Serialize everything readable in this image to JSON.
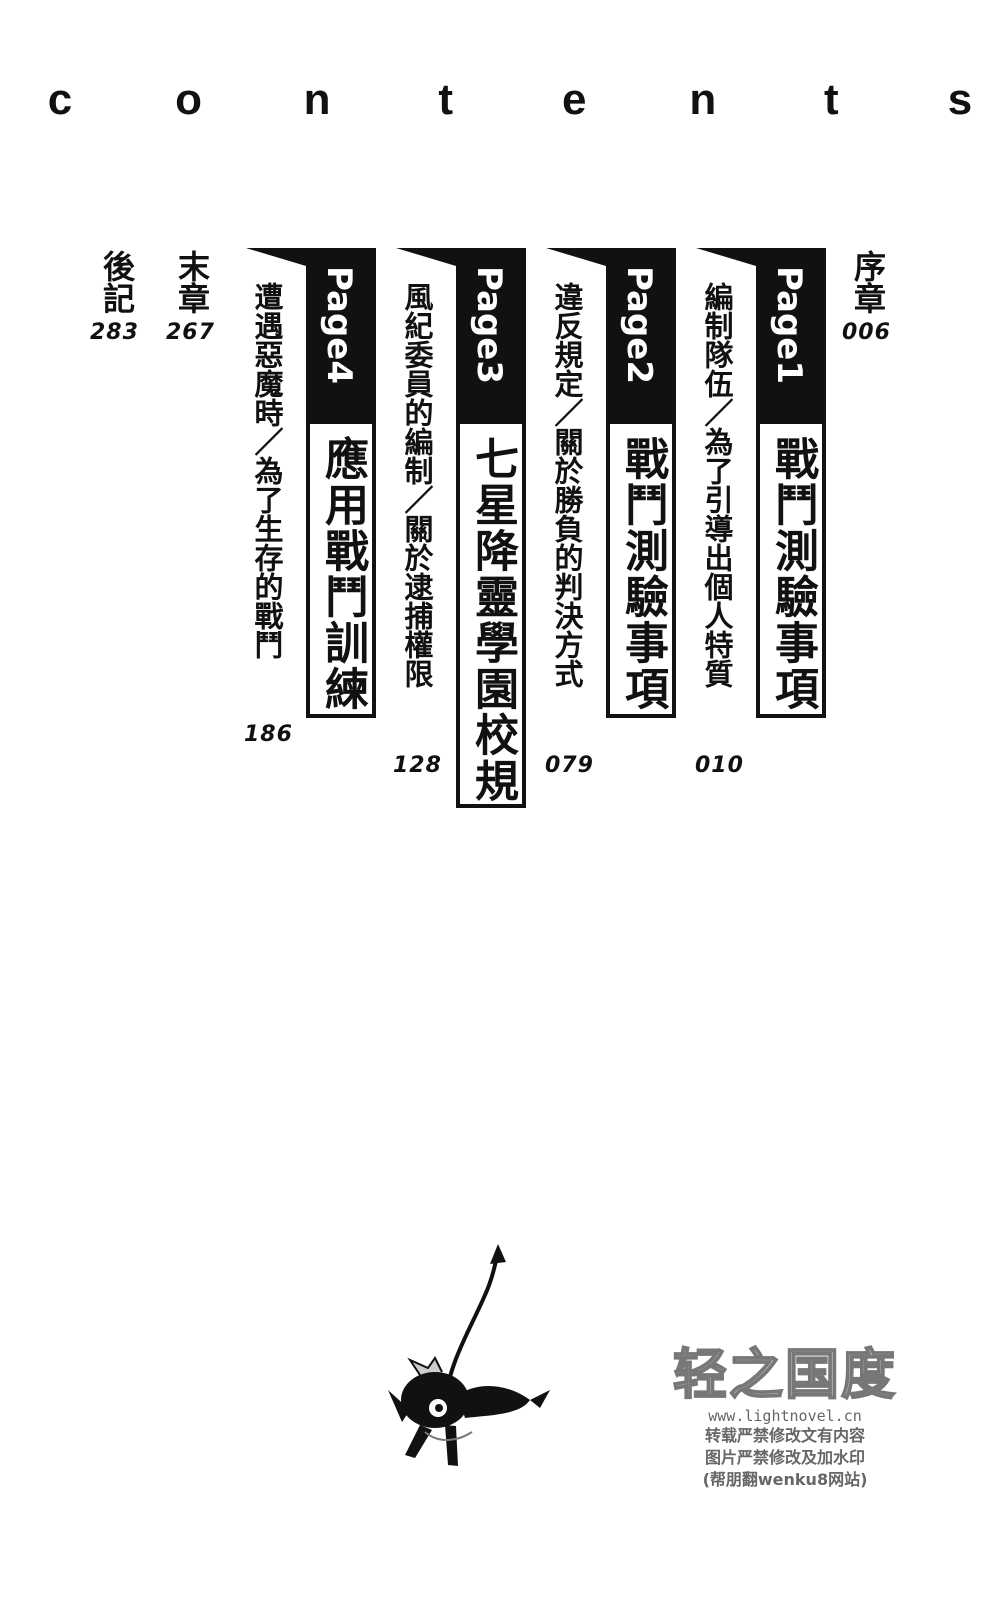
{
  "title_letters": [
    "c",
    "o",
    "n",
    "t",
    "e",
    "n",
    "t",
    "s"
  ],
  "prologue": {
    "title": "序章",
    "page": "006"
  },
  "chapters": [
    {
      "tab": "Page1",
      "title": "戰鬥測驗事項",
      "subtitle": "編制隊伍／為了引導出個人特質",
      "page": "010"
    },
    {
      "tab": "Page2",
      "title": "戰鬥測驗事項",
      "subtitle": "違反規定／關於勝負的判決方式",
      "page": "079"
    },
    {
      "tab": "Page3",
      "title": "七星降靈學園校規",
      "subtitle": "風紀委員的編制／關於逮捕權限",
      "page": "128"
    },
    {
      "tab": "Page4",
      "title": "應用戰鬥訓練",
      "subtitle": "遭遇惡魔時／為了生存的戰鬥",
      "page": "186"
    }
  ],
  "epilogue": {
    "title": "末章",
    "page": "267"
  },
  "afterword": {
    "title": "後記",
    "page": "283"
  },
  "watermark": {
    "title": "轻之国度",
    "url": "www.lightnovel.cn",
    "line1": "转载严禁修改文有内容",
    "line2": "图片严禁修改及加水印",
    "line3": "(帮朋翻wenku8网站)"
  }
}
